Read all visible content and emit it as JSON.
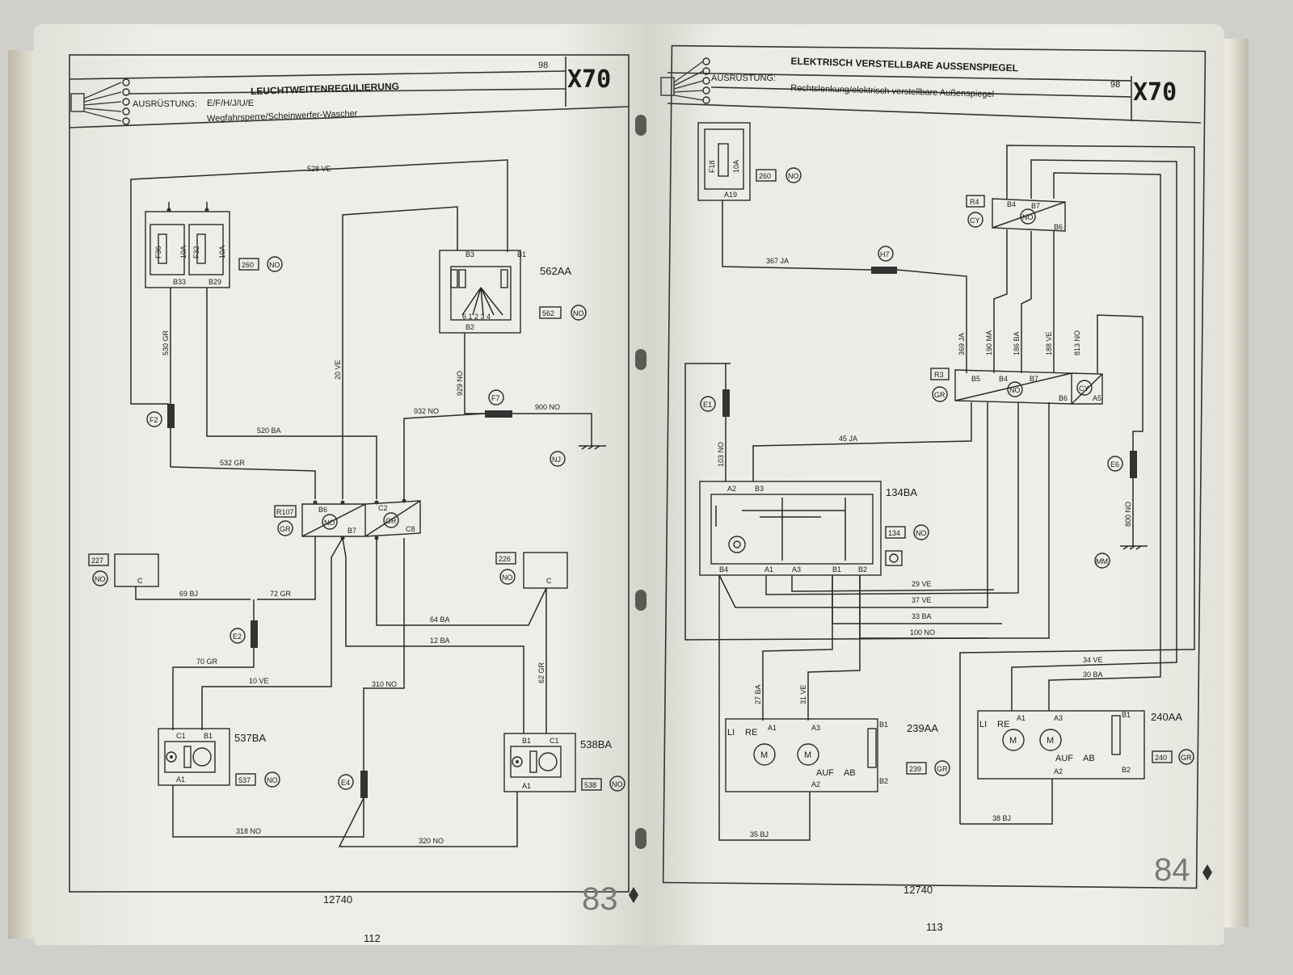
{
  "left_page": {
    "title": "LEUCHTWEITENREGULIERUNG",
    "equipment_label": "AUSRÜSTUNG:",
    "equipment_codes": "E/F/H/J/U/E",
    "subtitle": "Wegfahrsperre/Scheinwerfer-Wascher",
    "year": "98",
    "model": "X70",
    "doc_number": "12740",
    "print_page": "112",
    "page_number": "83",
    "components": {
      "fuse_1": "F36",
      "fuse_2": "F32",
      "fuse_1_rating": "10A",
      "fuse_2_rating": "10A",
      "fuse_box_pin_1": "B33",
      "fuse_box_pin_2": "B29",
      "fuse_box_ref": "260",
      "fuse_box_code": "NO",
      "relay_name": "562AA",
      "relay_ref": "562",
      "relay_code": "NO",
      "relay_pin_b3": "B3",
      "relay_pin_b1": "B1",
      "relay_pin_b2": "B2",
      "relay_contacts": "6 1 2 3 4",
      "connector_r107": "R107",
      "connector_r107_code": "GR",
      "r107_pin_b6": "B6",
      "r107_pin_no": "NO",
      "r107_pin_b7": "B7",
      "r107_pin_c2": "C2",
      "r107_pin_gr": "GR",
      "r107_pin_c8": "C8",
      "box_227": "227",
      "box_227_code": "NO",
      "box_227_pin": "C",
      "box_226": "226",
      "box_226_code": "NO",
      "box_226_pin": "C",
      "motor_537": "537BA",
      "motor_537_ref": "537",
      "motor_537_code": "NO",
      "motor_537_pin_c1": "C1",
      "motor_537_pin_b1": "B1",
      "motor_537_pin_a1": "A1",
      "motor_538": "538BA",
      "motor_538_ref": "538",
      "motor_538_code": "NO",
      "motor_538_pin_b1": "B1",
      "motor_538_pin_c1": "C1",
      "motor_538_pin_a1": "A1",
      "splice_f2": "F2",
      "splice_e2": "E2",
      "splice_e4": "E4",
      "splice_f7": "F7",
      "ground_nj": "NJ"
    },
    "wires": {
      "w528": "528 VE",
      "w530": "530 GR",
      "w520": "520 BA",
      "w532": "532 GR",
      "w20": "20 VE",
      "w929": "929 NO",
      "w932": "932 NO",
      "w900": "900 NO",
      "w69": "69 BJ",
      "w72": "72 GR",
      "w70": "70 GR",
      "w10": "10 VE",
      "w64": "64 BA",
      "w12": "12 BA",
      "w62": "62 GR",
      "w310": "310 NO",
      "w318": "318 NO",
      "w320": "320 NO"
    }
  },
  "right_page": {
    "title": "ELEKTRISCH VERSTELLBARE AUSSENSPIEGEL",
    "equipment_label": "AUSRÜSTUNG:",
    "subtitle": "Rechtslenkung/elektrisch verstellbare Außenspiegel",
    "year": "98",
    "model": "X70",
    "doc_number": "12740",
    "print_page": "113",
    "page_number": "84",
    "components": {
      "fuse": "F18",
      "fuse_rating": "10A",
      "fuse_pin": "A19",
      "fuse_box_ref": "260",
      "fuse_box_code": "NO",
      "splice_h7": "H7",
      "conn_r4": "R4",
      "conn_r4_code": "CY",
      "r4_pin_b4": "B4",
      "r4_pin_b7": "B7",
      "r4_pin_no": "NO",
      "r4_pin_b6": "B6",
      "conn_r3": "R3",
      "conn_r3_code": "GR",
      "r3_pin_b5": "B5",
      "r3_pin_b4": "B4",
      "r3_pin_no": "NO",
      "r3_pin_b7": "B7",
      "r3_pin_b6": "B6",
      "r3_pin_cy": "CY",
      "r3_pin_a5": "A5",
      "splice_e1": "E1",
      "splice_e6": "E6",
      "ground_mm": "MM",
      "switch_name": "134BA",
      "switch_ref": "134",
      "switch_code": "NO",
      "switch_pin_a2": "A2",
      "switch_pin_b3": "B3",
      "switch_pin_b4": "B4",
      "switch_pin_a1": "A1",
      "switch_pin_a3": "A3",
      "switch_pin_b1": "B1",
      "switch_pin_b2": "B2",
      "mirror_left": "239AA",
      "mirror_left_ref": "239",
      "mirror_left_code": "GR",
      "mirror_right": "240AA",
      "mirror_right_ref": "240",
      "mirror_right_code": "GR",
      "mirror_li": "LI",
      "mirror_re": "RE",
      "mirror_auf": "AUF",
      "mirror_ab": "AB",
      "mirror_motor": "M",
      "mirror_pin_a1": "A1",
      "mirror_pin_a3": "A3",
      "mirror_pin_b1": "B1",
      "mirror_pin_a2": "A2",
      "mirror_pin_b2": "B2"
    },
    "wires": {
      "w367": "367 JA",
      "w369": "369 JA",
      "w190": "190 MA",
      "w186": "186 BA",
      "w188": "188 VE",
      "w813": "813 NO",
      "w45": "45 JA",
      "w103": "103 NO",
      "w800": "800 NO",
      "w29": "29 VE",
      "w37": "37 VE",
      "w33": "33 BA",
      "w100": "100 NO",
      "w34": "34 VE",
      "w30": "30 BA",
      "w27": "27 BA",
      "w31": "31 VE",
      "w35": "35 BJ",
      "w38": "38 BJ"
    }
  },
  "colors": {
    "ink": "#1c1c1c",
    "paper": "#ecebe4",
    "background": "#cfd0cc"
  }
}
